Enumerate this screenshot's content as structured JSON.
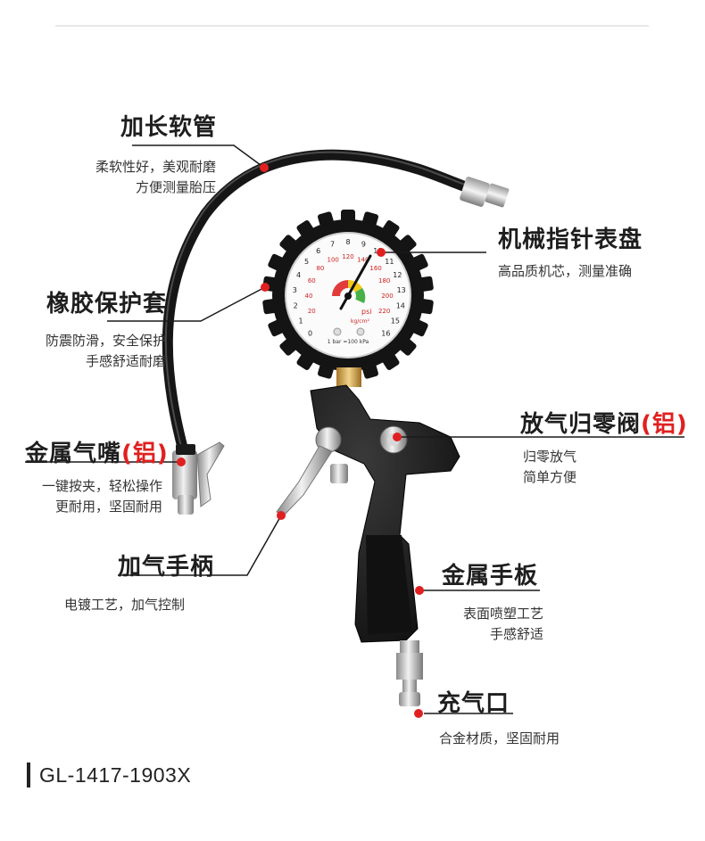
{
  "hose": {
    "title": "加长软管",
    "desc": [
      "柔软性好，美观耐磨",
      "方便测量胎压"
    ]
  },
  "gauge": {
    "title": "机械指针表盘",
    "desc": [
      "高品质机芯，测量准确"
    ]
  },
  "rubber": {
    "title": "橡胶保护套",
    "desc": [
      "防震防滑，安全保护",
      "手感舒适耐磨"
    ]
  },
  "chuck": {
    "title": "金属气嘴",
    "title_note": "(铝)",
    "desc": [
      "一键按夹，轻松操作",
      "更耐用，坚固耐用"
    ]
  },
  "valve": {
    "title": "放气归零阀",
    "title_note": "(铝)",
    "desc": [
      "归零放气",
      "简单方便"
    ]
  },
  "lever": {
    "title": "加气手柄",
    "desc": [
      "电镀工艺，加气控制"
    ]
  },
  "handle": {
    "title": "金属手板",
    "desc": [
      "表面喷塑工艺",
      "手感舒适"
    ]
  },
  "inlet": {
    "title": "充气口",
    "desc": [
      "合金材质，坚固耐用"
    ]
  },
  "dial": {
    "psi_unit": "psi",
    "kg_unit": "kg/cm²",
    "bar_note": "1 bar =100 kPa",
    "outer_ticks": [
      "0",
      "1",
      "2",
      "3",
      "4",
      "5",
      "6",
      "7",
      "8",
      "9",
      "10",
      "11",
      "12",
      "13",
      "14",
      "15",
      "16"
    ],
    "inner_ticks": [
      "20",
      "40",
      "60",
      "80",
      "100",
      "120",
      "140",
      "160",
      "180",
      "200",
      "220"
    ]
  },
  "model_code": "GL-1417-1903X",
  "colors": {
    "accent": "#e02020",
    "line": "#1a1a1a",
    "body": "#1c1c1c",
    "hose": "#161616"
  }
}
